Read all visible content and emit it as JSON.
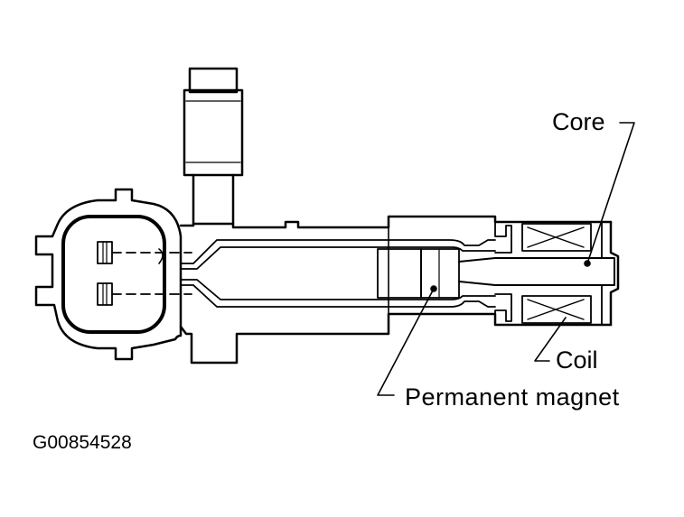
{
  "labels": {
    "core": "Core",
    "coil": "Coil",
    "permanent_magnet": "Permanent magnet",
    "figure_code": "G00854528"
  },
  "colors": {
    "line": "#000000",
    "background": "#ffffff"
  }
}
